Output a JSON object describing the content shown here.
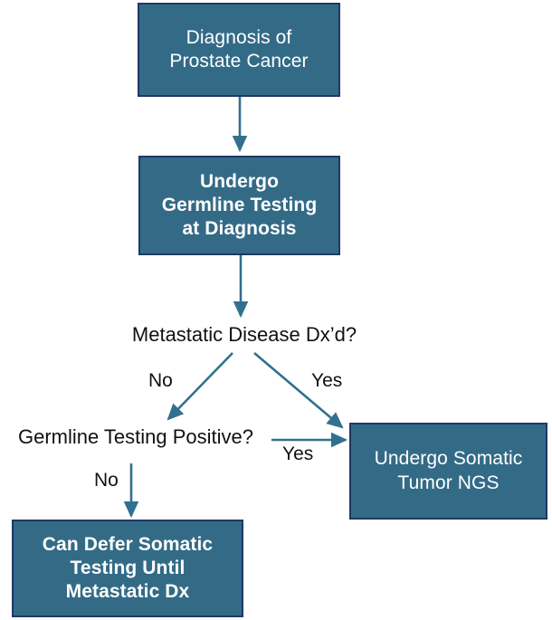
{
  "diagram": {
    "title": "Prostate cancer genetic testing decision flowchart",
    "colors": {
      "node_fill": "#336b87",
      "node_border": "#1f3864",
      "node_text": "#ffffff",
      "arrow": "#31708f",
      "label_text": "#111111",
      "background": "#ffffff"
    },
    "nodes": [
      {
        "id": "diagnosis",
        "text": "Diagnosis of\nProstate Cancer",
        "shape": "rectangle",
        "weight": "regular"
      },
      {
        "id": "germline",
        "text": "Undergo\nGermline Testing\nat Diagnosis",
        "shape": "rectangle",
        "weight": "bold"
      },
      {
        "id": "somatic_ngs",
        "text": "Undergo Somatic\nTumor NGS",
        "shape": "rectangle",
        "weight": "regular"
      },
      {
        "id": "defer",
        "text": "Can Defer Somatic\nTesting Until\nMetastatic Dx",
        "shape": "rectangle",
        "weight": "bold"
      }
    ],
    "decisions": [
      {
        "id": "metastatic",
        "text": "Metastatic Disease Dx’d?"
      },
      {
        "id": "germline_positive",
        "text": "Germline Testing Positive?"
      }
    ],
    "edge_labels": [
      {
        "id": "no_top",
        "text": "No"
      },
      {
        "id": "yes_top",
        "text": "Yes"
      },
      {
        "id": "yes_mid",
        "text": "Yes"
      },
      {
        "id": "no_left",
        "text": "No"
      }
    ]
  }
}
